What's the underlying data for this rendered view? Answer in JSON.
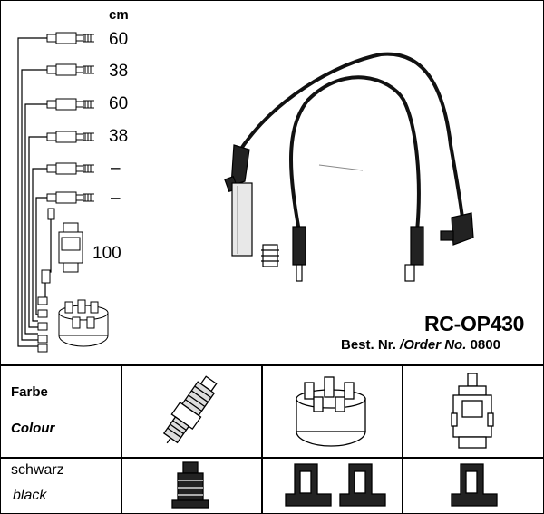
{
  "lengths_unit": "cm",
  "lengths": [
    "60",
    "38",
    "60",
    "38",
    "–",
    "–"
  ],
  "coil_length": "100",
  "part_number": "RC-OP430",
  "order_label_de": "Best. Nr.",
  "order_label_sep": "/",
  "order_label_en": "Order No.",
  "order_number": "0800",
  "table": {
    "header_de": "Farbe",
    "header_en": "Colour",
    "color_de": "schwarz",
    "color_en": "black"
  },
  "icons": [
    "spark-plug-icon",
    "distributor-cap-icon",
    "ignition-coil-icon",
    "plug-boot-icon",
    "distributor-boot-icon",
    "coil-boot-icon"
  ]
}
